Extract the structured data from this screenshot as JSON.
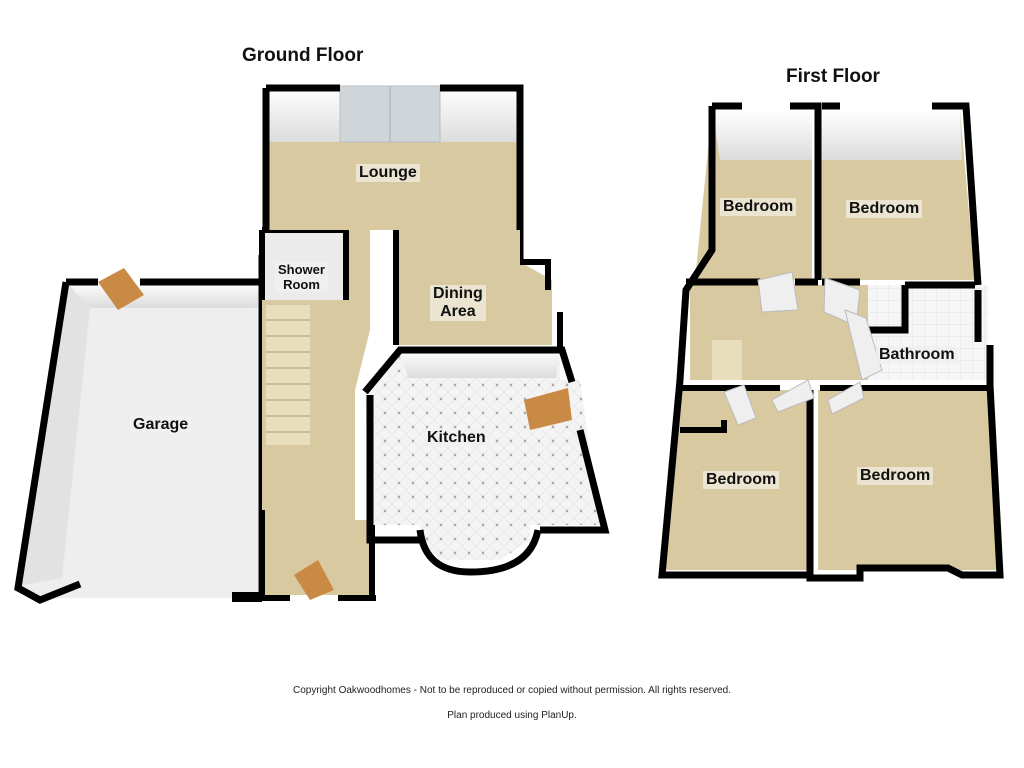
{
  "floors": [
    {
      "title": "Ground Floor",
      "rooms": [
        {
          "name": "Lounge"
        },
        {
          "name": "Shower Room"
        },
        {
          "name": "Dining Area"
        },
        {
          "name": "Kitchen"
        },
        {
          "name": "Garage"
        }
      ]
    },
    {
      "title": "First Floor",
      "rooms": [
        {
          "name": "Bedroom"
        },
        {
          "name": "Bedroom"
        },
        {
          "name": "Bathroom"
        },
        {
          "name": "Bedroom"
        },
        {
          "name": "Bedroom"
        }
      ]
    }
  ],
  "labels": {
    "lounge": "Lounge",
    "shower_1": "Shower",
    "shower_2": "Room",
    "dining_1": "Dining",
    "dining_2": "Area",
    "kitchen": "Kitchen",
    "garage": "Garage",
    "bed_tl": "Bedroom",
    "bed_tr": "Bedroom",
    "bathroom": "Bathroom",
    "bed_bl": "Bedroom",
    "bed_br": "Bedroom"
  },
  "footer": {
    "copyright": "Copyright Oakwoodhomes - Not to be reproduced or copied without permission. All rights reserved.",
    "produced": "Plan produced using PlanUp."
  },
  "colors": {
    "wall": "#000000",
    "carpet": "#d8c9a0",
    "tile": "#f2f2f2",
    "garage_floor": "#ececec",
    "door": "#c98a45"
  }
}
